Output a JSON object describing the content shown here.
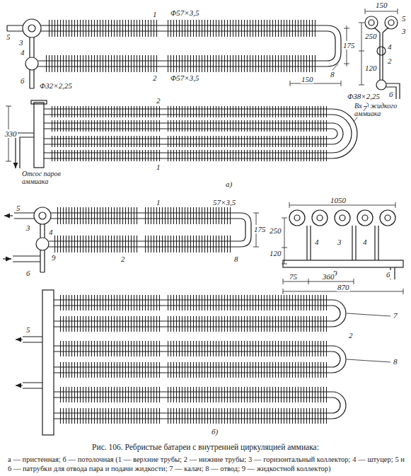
{
  "diagram": {
    "caption": "Рис. 106. Ребристые батареи с внутренней циркуляцией аммиака:",
    "labels": [
      "1",
      "Φ57×3,5",
      "2",
      "Φ57×3,5",
      "5",
      "3",
      "4",
      "6",
      "Φ32×2,25",
      "175",
      "8",
      "150",
      "150",
      "5",
      "3",
      "250",
      "4",
      "2",
      "120",
      "Φ38×2,25",
      "6",
      "Вход жидкого аммиака",
      "2",
      "330",
      "Отсос паров аммиака",
      "7",
      "1",
      "а)",
      "1",
      "57×3,5",
      "5",
      "3",
      "4",
      "175",
      "2",
      "8",
      "9",
      "6",
      "1050",
      "250",
      "120",
      "4",
      "3",
      "4",
      "9",
      "6",
      "75",
      "360",
      "870",
      "5",
      "2",
      "7",
      "8",
      "б)",
      "а — пристенная; б — потолочная (1 — верхние трубы; 2 — нижние трубы; 3 — горизонтальный коллектор; 4 — штуцер; 5 и 6 — патрубки для отвода пара и подачи жидкости; 7 — калач; 8 — отвод; 9 — жидкостной коллектор)"
    ]
  }
}
